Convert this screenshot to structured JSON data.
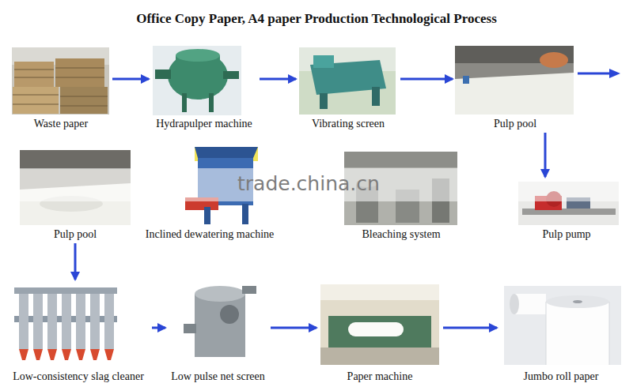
{
  "diagram": {
    "title": "Office Copy Paper, A4 paper Production Technological Process",
    "nodes": [
      {
        "text": [
          "Waste paper"
        ]
      },
      {
        "text": [
          "Hydrapulper machine"
        ]
      },
      {
        "text": [
          "Vibrating screen"
        ]
      },
      {
        "text": [
          "Pulp pool"
        ]
      },
      {
        "text": [
          "Pulp pool"
        ]
      },
      {
        "text": [
          "Inclined dewatering machine"
        ]
      },
      {
        "text": [
          "Bleaching system"
        ]
      },
      {
        "text": [
          "Pulp pump"
        ]
      },
      {
        "text": [
          "Low-consistency slag cleaner"
        ]
      },
      {
        "text": [
          "Low pulse net screen"
        ]
      },
      {
        "text": [
          "Paper machine"
        ]
      },
      {
        "text": [
          "Jumbo roll paper"
        ]
      }
    ],
    "edges": [
      {
        "from": 0,
        "to": 1,
        "arrow": "to"
      },
      {
        "from": 1,
        "to": 2,
        "arrow": "to"
      },
      {
        "from": 2,
        "to": 3,
        "arrow": "to"
      },
      {
        "from": 3,
        "to": 7,
        "arrow": "to"
      },
      {
        "from": 4,
        "to": 8,
        "arrow": "to"
      },
      {
        "from": 8,
        "to": 9,
        "arrow": "to"
      },
      {
        "from": 9,
        "to": 10,
        "arrow": "to"
      },
      {
        "from": 10,
        "to": 11,
        "arrow": "to"
      }
    ],
    "labels": [
      "trade.china.cn"
    ]
  }
}
